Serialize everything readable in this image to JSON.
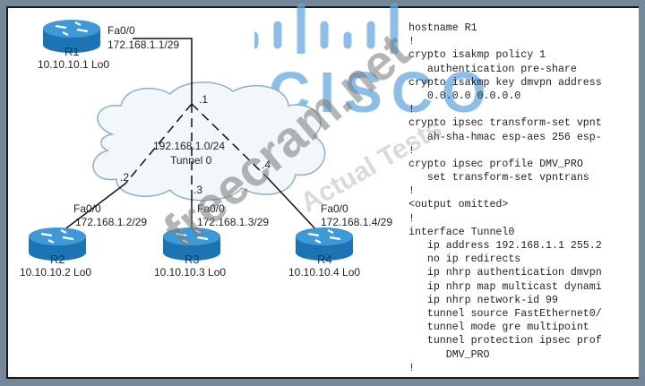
{
  "topology": {
    "cloud": {
      "network": "192.168.1.0/24",
      "name": "Tunnel 0",
      "hosts": [
        ".1",
        ".2",
        ".3",
        ".4"
      ]
    },
    "routers": [
      {
        "name": "R1",
        "interface": "Fa0/0",
        "ip": "172.168.1.1/29",
        "loopback": "10.10.10.1 Lo0"
      },
      {
        "name": "R2",
        "interface": "Fa0/0",
        "ip": "172.168.1.2/29",
        "loopback": "10.10.10.2 Lo0"
      },
      {
        "name": "R3",
        "interface": "Fa0/0",
        "ip": "172.168.1.3/29",
        "loopback": "10.10.10.3 Lo0"
      },
      {
        "name": "R4",
        "interface": "Fa0/0",
        "ip": "172.168.1.4/29",
        "loopback": "10.10.10.4 Lo0"
      }
    ],
    "colors": {
      "router": "#1e7fc0",
      "cloud_stroke": "#8aa6b8",
      "cloud_fill": "#eef4f8"
    }
  },
  "config": {
    "lines": [
      "hostname R1",
      "!",
      "crypto isakmp policy 1",
      "   authentication pre-share",
      "crypto isakmp key dmvpn address",
      "   0.0.0.0 0.0.0.0",
      "!",
      "crypto ipsec transform-set vpnt",
      "   ah-sha-hmac esp-aes 256 esp-",
      "!",
      "crypto ipsec profile DMV_PRO",
      "   set transform-set vpntrans",
      "!",
      "<output omitted>",
      "!",
      "interface Tunnel0",
      "   ip address 192.168.1.1 255.2",
      "   no ip redirects",
      "   ip nhrp authentication dmvpn",
      "   ip nhrp map multicast dynami",
      "   ip nhrp network-id 99",
      "   tunnel source FastEthernet0/",
      "   tunnel mode gre multipoint",
      "   tunnel protection ipsec prof",
      "      DMV_PRO",
      "!"
    ]
  },
  "watermarks": {
    "logo": "cisco",
    "site": "freecram.net",
    "brand": "Actual Tests"
  }
}
